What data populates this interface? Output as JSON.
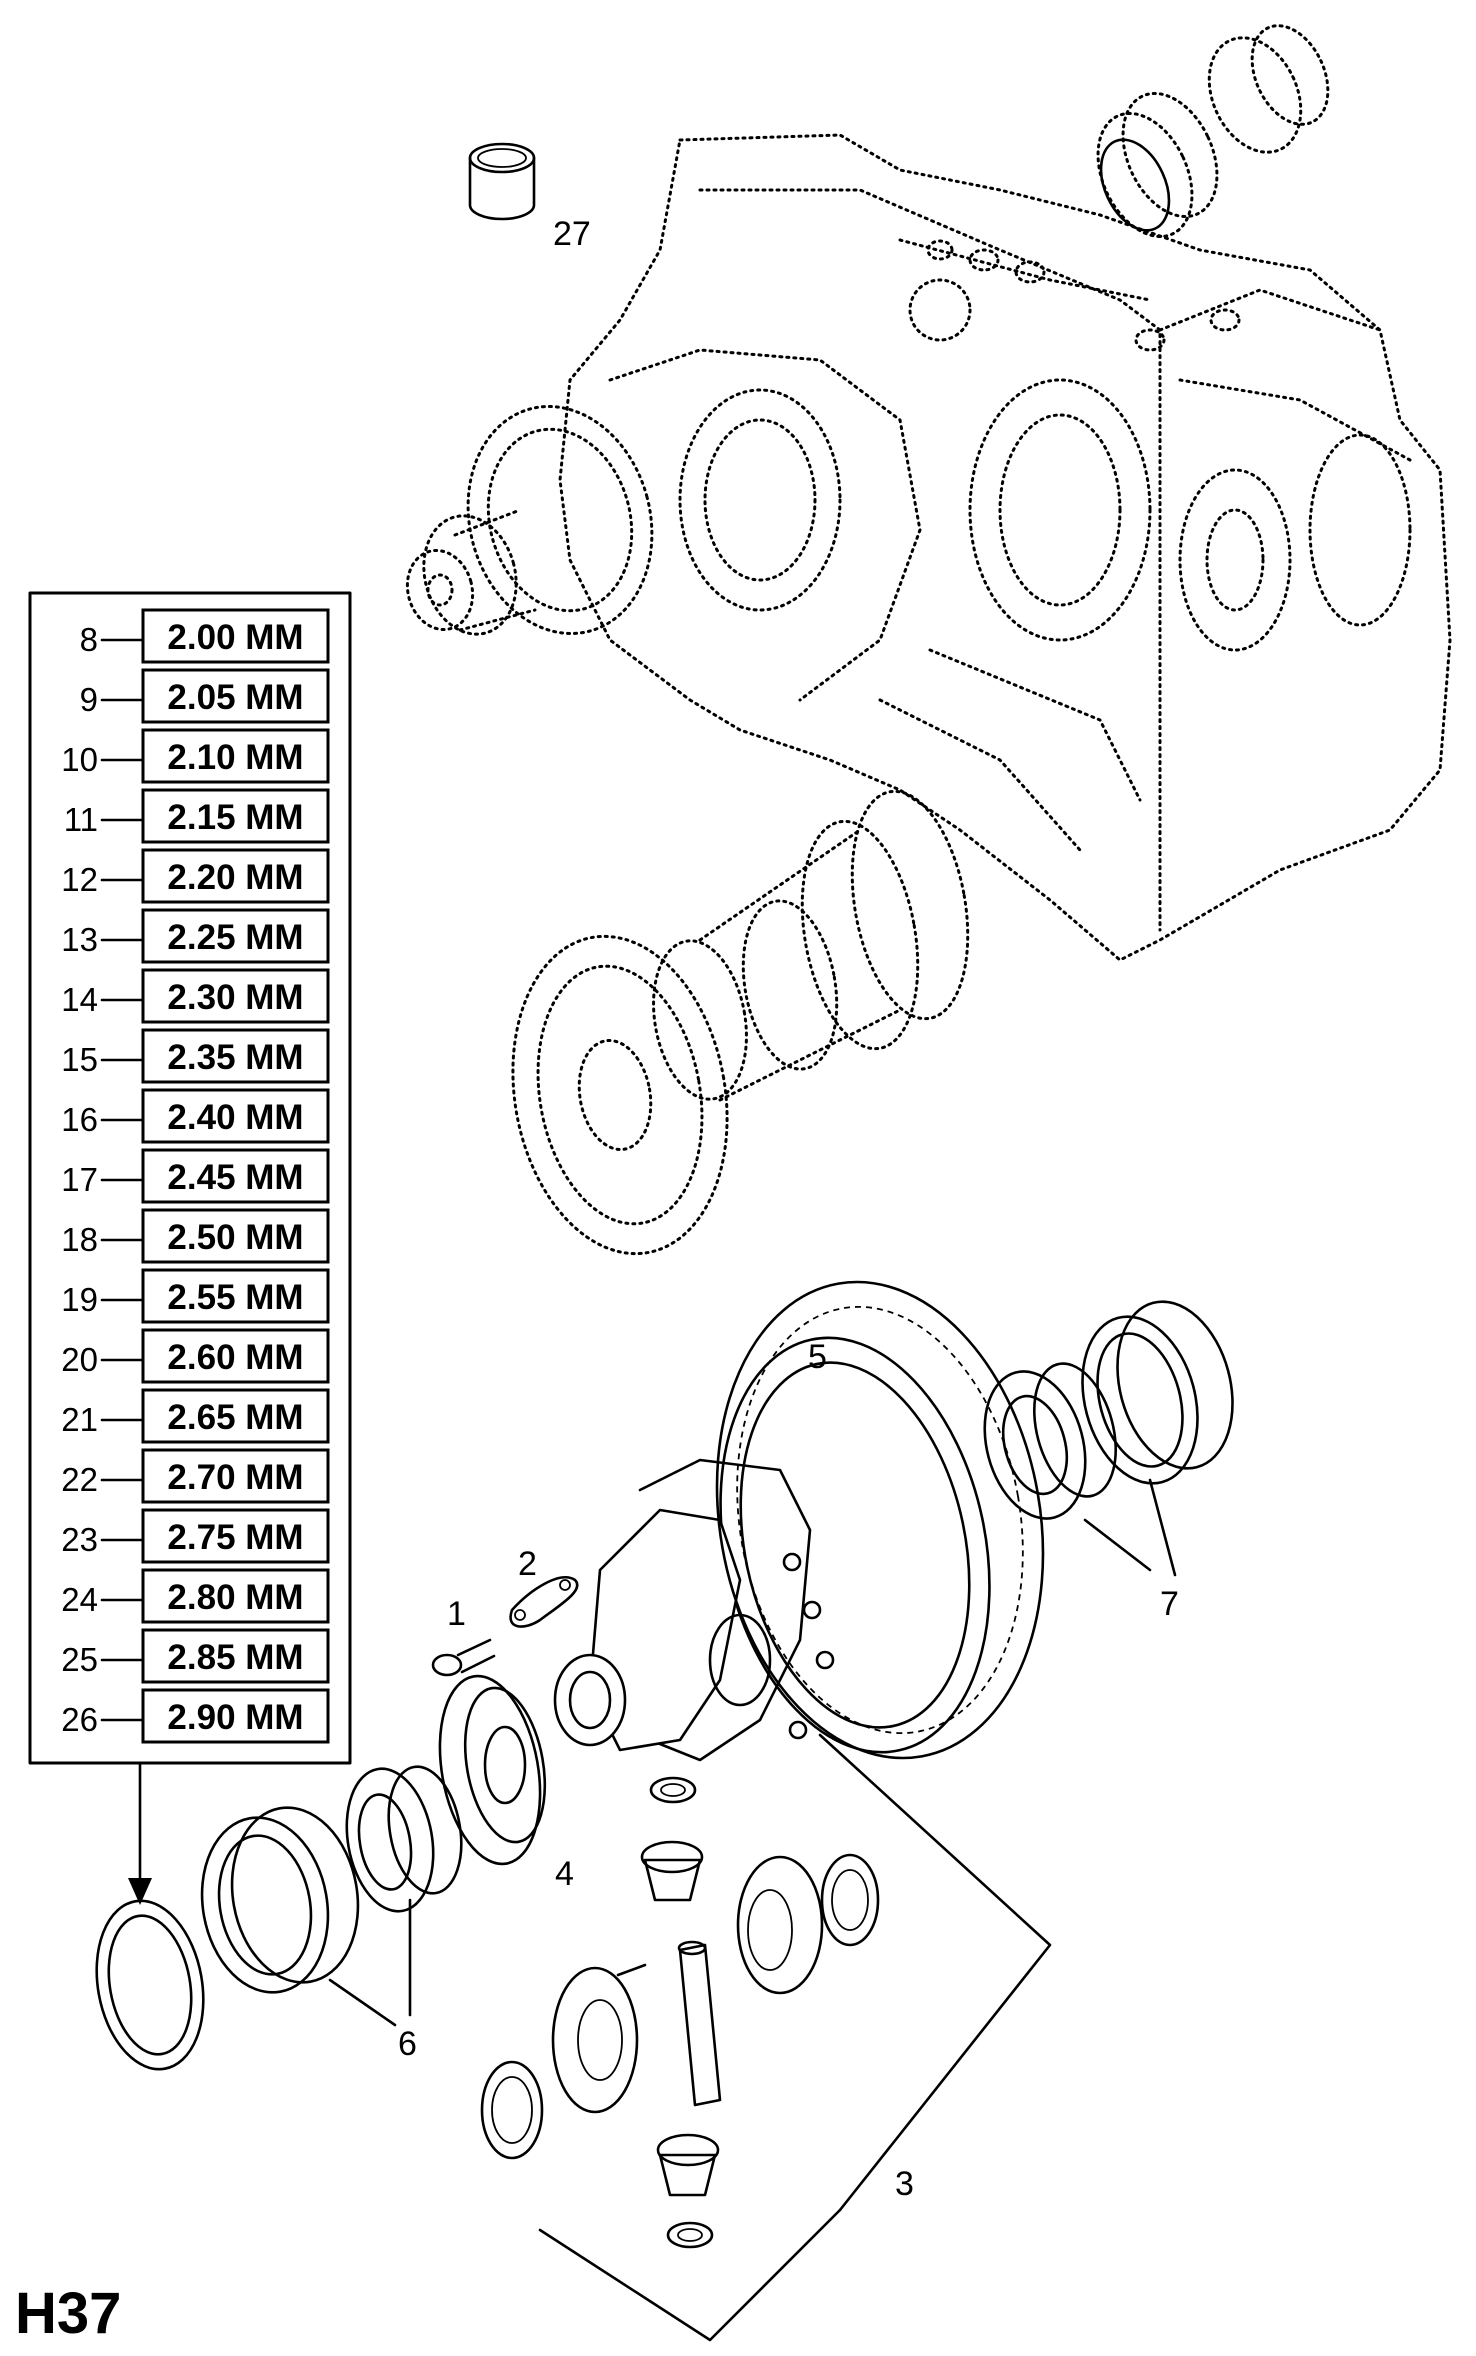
{
  "diagram_id": "H37",
  "callouts": [
    "1",
    "2",
    "3",
    "4",
    "5",
    "6",
    "7",
    "27"
  ],
  "shim_table": {
    "rows": [
      {
        "num": "8",
        "size": "2.00 MM"
      },
      {
        "num": "9",
        "size": "2.05 MM"
      },
      {
        "num": "10",
        "size": "2.10 MM"
      },
      {
        "num": "11",
        "size": "2.15 MM"
      },
      {
        "num": "12",
        "size": "2.20 MM"
      },
      {
        "num": "13",
        "size": "2.25 MM"
      },
      {
        "num": "14",
        "size": "2.30 MM"
      },
      {
        "num": "15",
        "size": "2.35 MM"
      },
      {
        "num": "16",
        "size": "2.40 MM"
      },
      {
        "num": "17",
        "size": "2.45 MM"
      },
      {
        "num": "18",
        "size": "2.50 MM"
      },
      {
        "num": "19",
        "size": "2.55 MM"
      },
      {
        "num": "20",
        "size": "2.60 MM"
      },
      {
        "num": "21",
        "size": "2.65 MM"
      },
      {
        "num": "22",
        "size": "2.70 MM"
      },
      {
        "num": "23",
        "size": "2.75 MM"
      },
      {
        "num": "24",
        "size": "2.80 MM"
      },
      {
        "num": "25",
        "size": "2.85 MM"
      },
      {
        "num": "26",
        "size": "2.90 MM"
      }
    ]
  }
}
